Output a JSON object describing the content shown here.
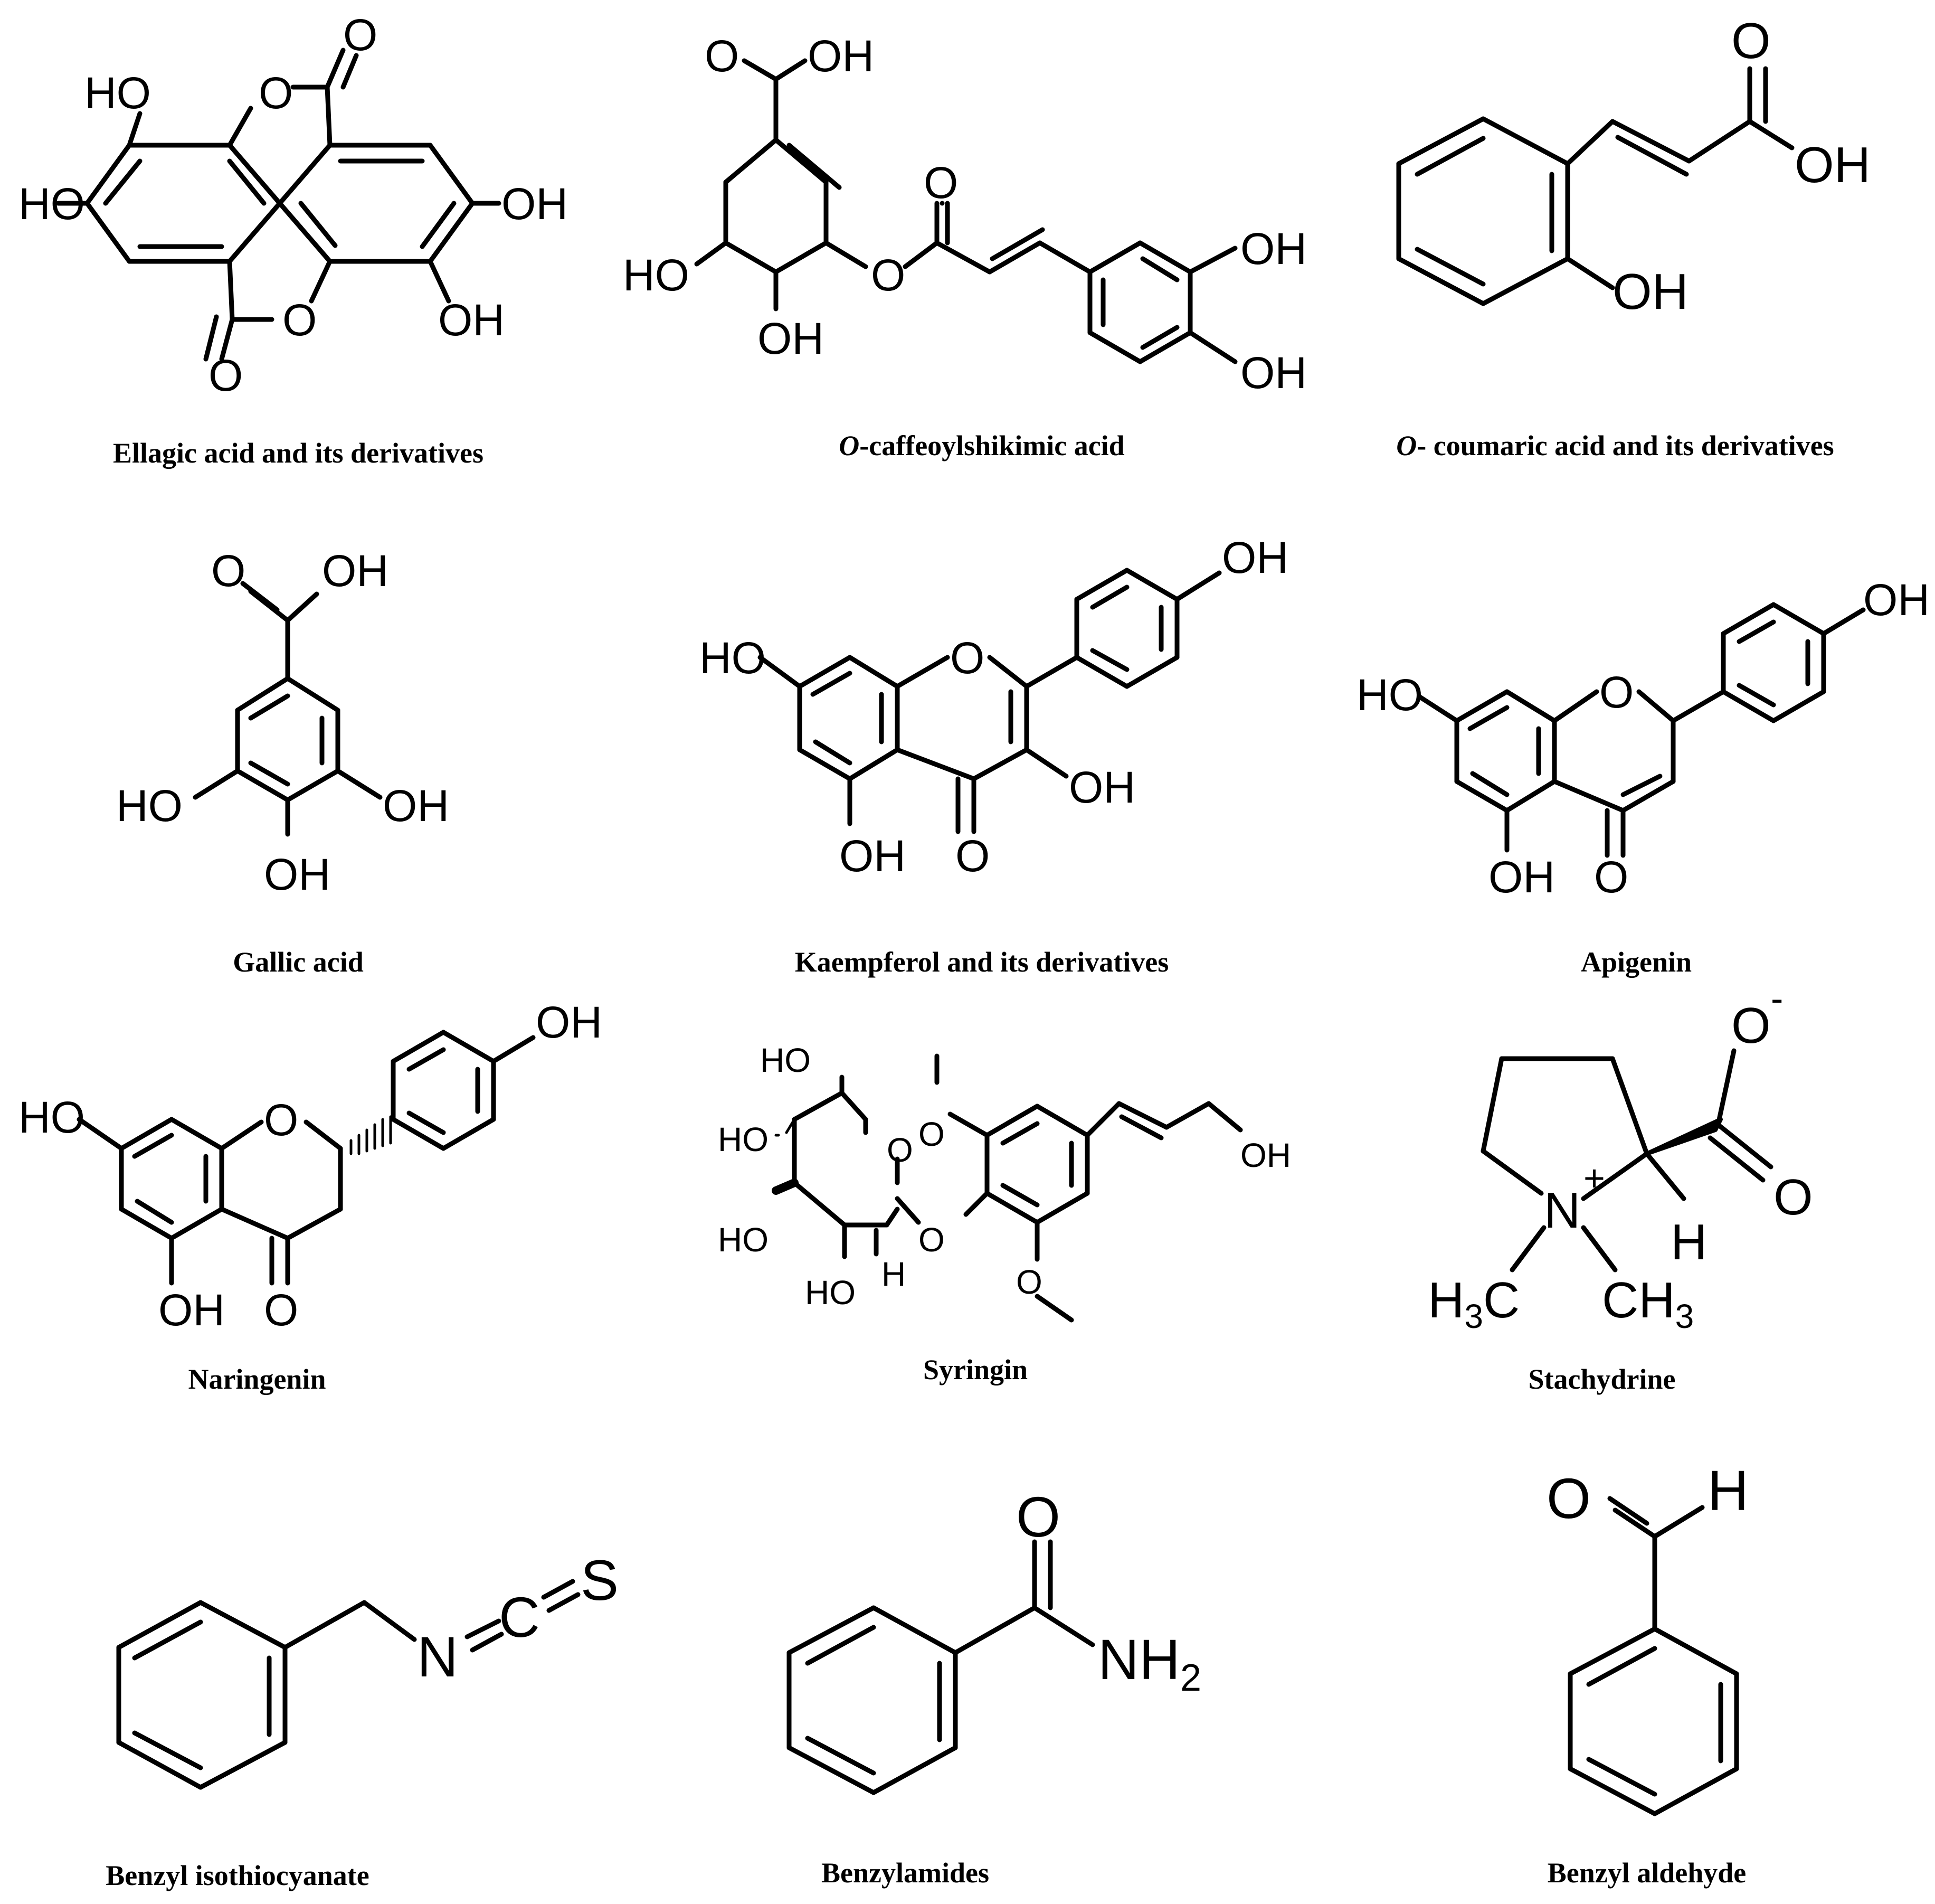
{
  "atoms": {
    "HO": "HO",
    "OH": "OH",
    "O": "O",
    "N": "N",
    "C": "C",
    "S": "S",
    "H": "H",
    "NH": "NH",
    "sub2": "2",
    "sub3": "3",
    "plus": "+",
    "minus": "-"
  },
  "compounds": [
    {
      "caption": "Ellagic acid and its derivatives"
    },
    {
      "caption_italic": "O",
      "caption": "-caffeoylshikimic acid"
    },
    {
      "caption_italic": "O",
      "caption": "- coumaric acid and its derivatives"
    },
    {
      "caption": "Gallic acid"
    },
    {
      "caption": "Kaempferol and its derivatives"
    },
    {
      "caption": "Apigenin"
    },
    {
      "caption": "Naringenin"
    },
    {
      "caption": "Syringin"
    },
    {
      "caption": "Stachydrine"
    },
    {
      "caption": "Benzyl isothiocyanate"
    },
    {
      "caption": "Benzylamides"
    },
    {
      "caption": "Benzyl aldehyde"
    }
  ]
}
